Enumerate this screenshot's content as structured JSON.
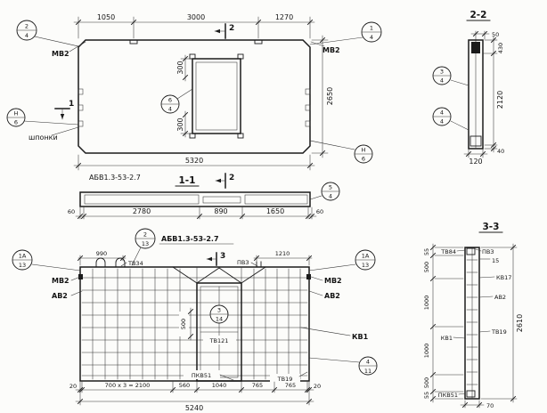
{
  "plan": {
    "dim_1050": "1050",
    "dim_3000": "3000",
    "dim_1270": "1270",
    "dim_5320": "5320",
    "dim_2650": "2650",
    "dim_300_top": "300",
    "dim_300_bottom": "300",
    "mv2_left": "МВ2",
    "mv2_right": "МВ2",
    "shponki": "шпонки",
    "mark_2": "2",
    "mark_1": "1",
    "callout_2_4": {
      "num": "2",
      "sheet": "4"
    },
    "callout_1_4": {
      "num": "1",
      "sheet": "4"
    },
    "callout_6_4": {
      "num": "6",
      "sheet": "4"
    },
    "callout_n_6_left": {
      "num": "Н",
      "sheet": "6"
    },
    "callout_n_6_right": {
      "num": "Н",
      "sheet": "6"
    }
  },
  "section22": {
    "title": "2-2",
    "dim_50": "50",
    "dim_430": "430",
    "dim_2120": "2120",
    "dim_40": "40",
    "dim_120": "120",
    "callout_3_4": {
      "num": "3",
      "sheet": "4"
    },
    "callout_4_4": {
      "num": "4",
      "sheet": "4"
    }
  },
  "section11": {
    "title": "1-1",
    "label": "АБВ1.3-53-2.7",
    "mark_2": "2",
    "dim_60_left": "60",
    "dim_2780": "2780",
    "dim_890": "890",
    "dim_1650": "1650",
    "dim_60_right": "60",
    "callout_5_4": {
      "num": "5",
      "sheet": "4"
    }
  },
  "reinforcement": {
    "label": "АБВ1.3-53-2.7",
    "mark_3": "3",
    "dim_990": "990",
    "dim_1210": "1210",
    "tv34": "ТВ34",
    "pv3": "ПВЗ",
    "mv2_left": "МВ2",
    "av2_left": "АВ2",
    "mv2_right": "МВ2",
    "av2_right": "АВ2",
    "kv1": "КВ1",
    "tv121": "ТВ121",
    "pkv51": "ПКВ51",
    "tv19": "ТВ19",
    "dim_500": "500",
    "dim_20_left": "20",
    "dim_700x3": "700 х 3 = 2100",
    "dim_560": "560",
    "dim_1040": "1040",
    "dim_765_a": "765",
    "dim_765_b": "765",
    "dim_20_right": "20",
    "dim_5240": "5240",
    "callout_2_13": {
      "num": "2",
      "sheet": "13"
    },
    "callout_1a_13_left": {
      "num": "1А",
      "sheet": "13"
    },
    "callout_1a_13_right": {
      "num": "1А",
      "sheet": "13"
    },
    "callout_3_14": {
      "num": "3",
      "sheet": "14"
    },
    "callout_4_11": {
      "num": "4",
      "sheet": "11"
    }
  },
  "section33": {
    "title": "3-3",
    "tv84": "ТВ84",
    "pv3": "ПВЗ",
    "kv17": "КВ17",
    "av2": "АВ2",
    "tv19": "ТВ19",
    "kv1": "КВ1",
    "pkv51": "ПКВ51",
    "dim_15": "15",
    "dim_70": "70",
    "dim_2610": "2610",
    "dims_left": [
      "55",
      "500",
      "1000",
      "1000",
      "500",
      "55"
    ]
  }
}
